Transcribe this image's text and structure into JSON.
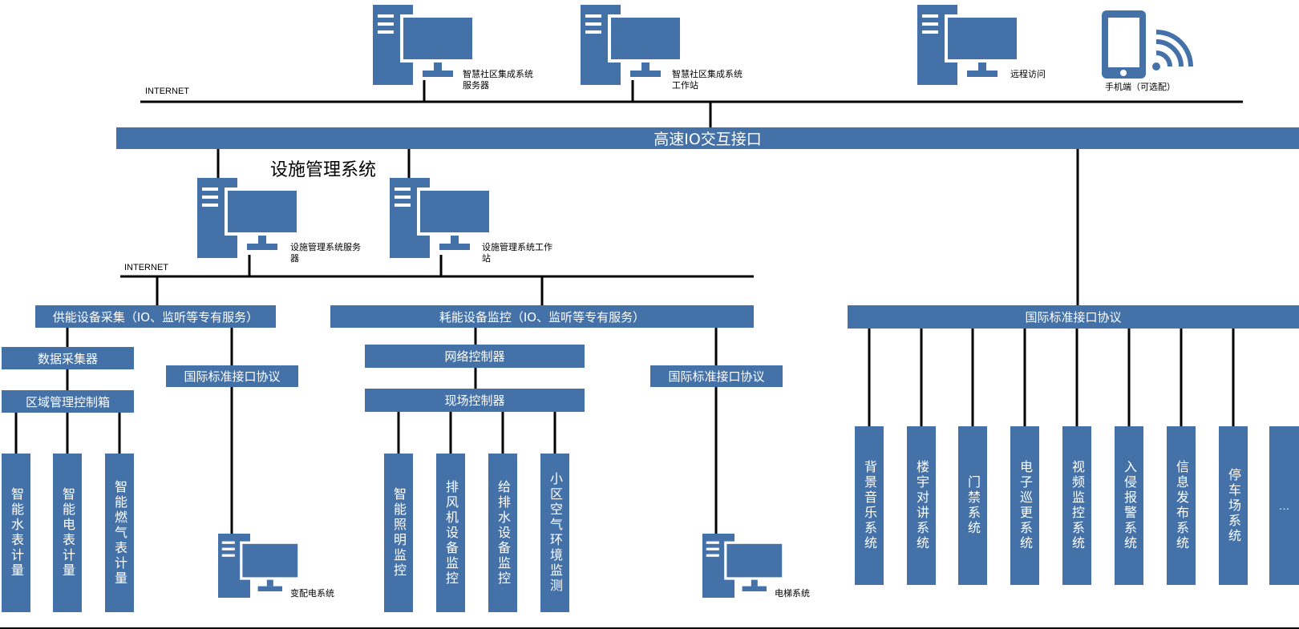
{
  "colors": {
    "box": "#4472a8",
    "line": "#000000",
    "icon": "#4472a8"
  },
  "top": {
    "internet_label": "INTERNET",
    "server_label": "智慧社区集成系统服务器",
    "workstation_label": "智慧社区集成系统工作站",
    "remote_label": "远程访问",
    "mobile_label": "手机端（可选配）"
  },
  "bus": {
    "label": "高速IO交互接口"
  },
  "facility": {
    "title": "设施管理系统",
    "internet_label": "INTERNET",
    "server_label": "设施管理系统服务器",
    "workstation_label": "设施管理系统工作站"
  },
  "supply": {
    "label": "供能设备采集（IO、监听等专有服务）",
    "collector": "数据采集器",
    "zone_box": "区域管理控制箱",
    "protocol": "国际标准接口协议",
    "meters": [
      "智能水表计量",
      "智能电表计量",
      "智能燃气表计量"
    ],
    "substation_label": "变配电系统"
  },
  "consume": {
    "label": "耗能设备监控（IO、监听等专有服务）",
    "network_controller": "网络控制器",
    "field_controller": "现场控制器",
    "protocol": "国际标准接口协议",
    "devices": [
      "智能照明监控",
      "排风机设备监控",
      "给排水设备监控",
      "小区空气环境监测"
    ],
    "elevator_label": "电梯系统"
  },
  "intl": {
    "label": "国际标准接口协议",
    "systems": [
      "背景音乐系统",
      "楼宇对讲系统",
      "门禁系统",
      "电子巡更系统",
      "视频监控系统",
      "入侵报警系统",
      "信息发布系统",
      "停车场系统",
      "…"
    ]
  }
}
